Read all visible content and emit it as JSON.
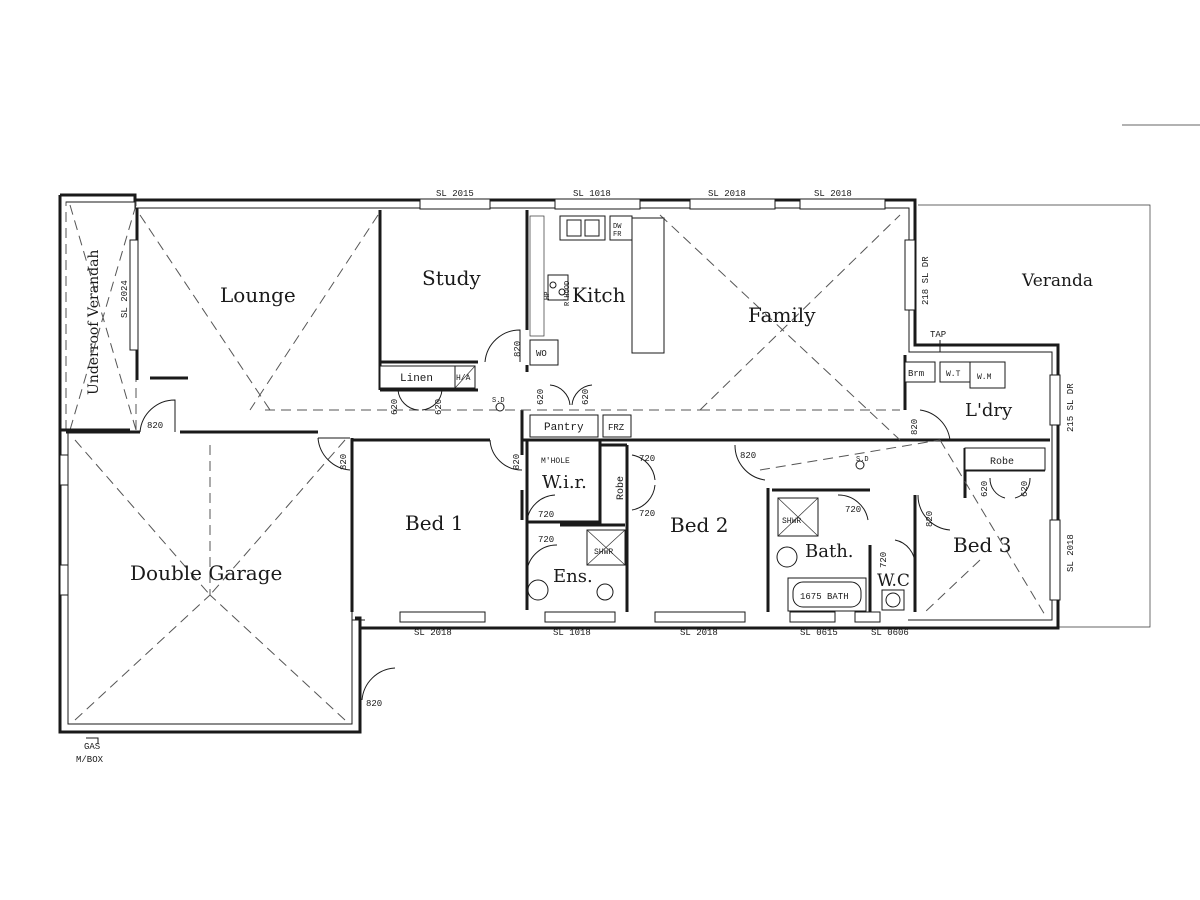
{
  "rooms": {
    "lounge": "Lounge",
    "study": "Study",
    "kitch": "Kitch",
    "family": "Family",
    "veranda": "Veranda",
    "underroof": "Underroof Verandah",
    "double_garage": "Double Garage",
    "bed1": "Bed 1",
    "bed2": "Bed 2",
    "bed3": "Bed 3",
    "wir": "W.i.r.",
    "ens": "Ens.",
    "bath": "Bath.",
    "wc": "W.C",
    "ldry": "L'dry"
  },
  "fixtures": {
    "linen": "Linen",
    "ha": "H/A",
    "wo": "WO",
    "pantry": "Pantry",
    "frz": "FRZ",
    "mhole": "M'HOLE",
    "robe_v": "Robe",
    "robe_bed3": "Robe",
    "shwr_ens": "SHWR",
    "shwr_bath": "SHWR",
    "bath_size": "1675 BATH",
    "brm": "Brm",
    "wt": "W.T",
    "wm": "W.M",
    "dw": "DW",
    "fr": "FR",
    "hp": "HP",
    "rhood": "R'HOOD",
    "tap": "TAP",
    "sd1": "S.D",
    "sd2": "S.D",
    "gas": "GAS",
    "mbox": "M/BOX"
  },
  "windows": {
    "top1": "SL 2015",
    "top2": "SL 1018",
    "top3": "SL 2018",
    "top4": "SL 2018",
    "left_lounge": "SL 2024",
    "family_right": "218 SL DR",
    "ldry_right": "215 SL DR",
    "bed3_right": "SL 2018",
    "bot1": "SL 2018",
    "bot2": "SL 1018",
    "bot3": "SL 2018",
    "bot4": "SL 0615",
    "bot5": "SL 0606"
  },
  "doors": {
    "d_lounge": "820",
    "d_garage_top": "820",
    "d_garage_side": "820",
    "d_study": "820",
    "d_bed1_top": "820",
    "d_linen1": "620",
    "d_linen2": "620",
    "d_pantry1": "620",
    "d_pantry2": "620",
    "d_wir": "720",
    "d_ens": "720",
    "d_robe1": "720",
    "d_robe2": "720",
    "d_bed2": "820",
    "d_bath": "720",
    "d_wc": "720",
    "d_bed3": "820",
    "d_ldry": "820",
    "d_robe3a": "620",
    "d_robe3b": "620"
  }
}
